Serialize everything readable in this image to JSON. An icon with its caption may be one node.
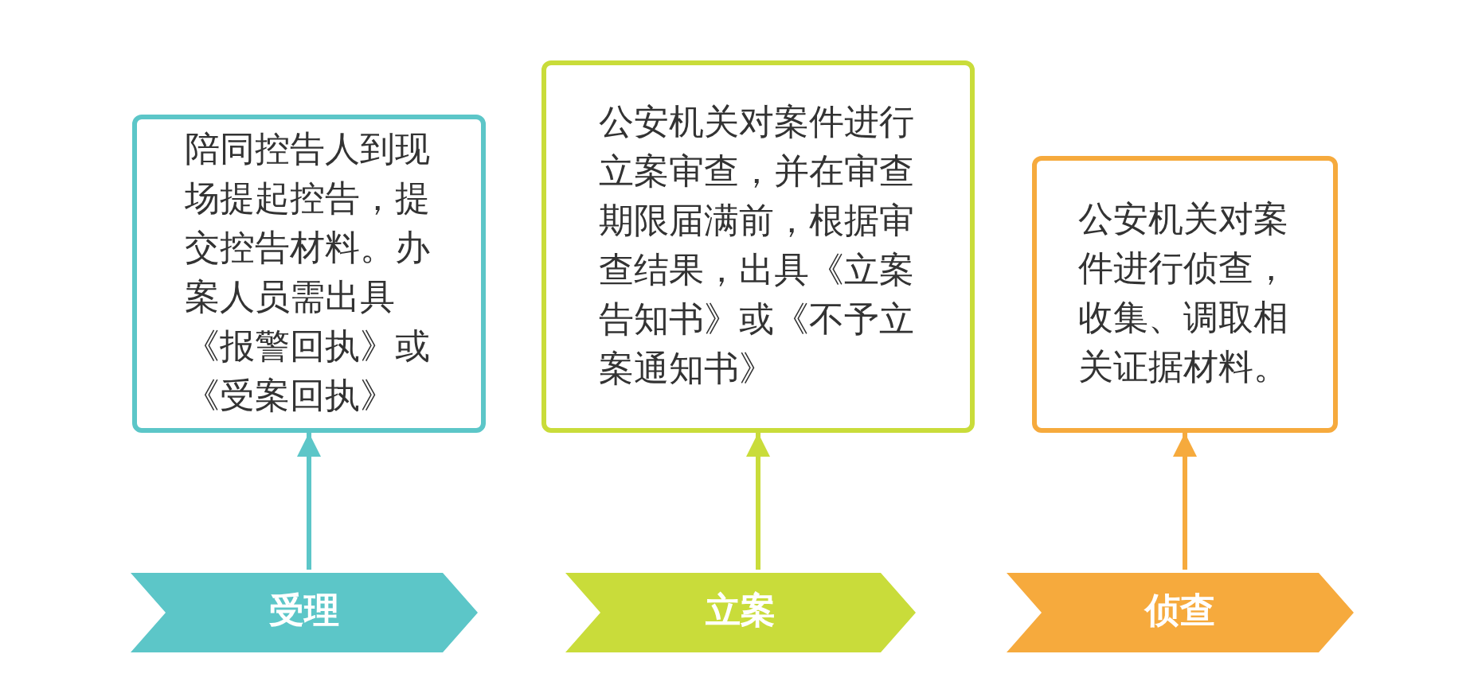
{
  "diagram": {
    "nodes": [
      {
        "text": [
          "陪同控告人到现场提起控告，提交控告材料。办案人员需出具《报警回执》或《受案回执》"
        ]
      },
      {
        "text": [
          "公安机关对案件进行立案审查，并在审查期限届满前，根据审查结果，出具《立案告知书》或《不予立案通知书》"
        ]
      },
      {
        "text": [
          "公安机关对案件进行侦查，收集、调取相关证据材料。"
        ]
      },
      {
        "text": [
          "受理"
        ]
      },
      {
        "text": [
          "立案"
        ]
      },
      {
        "text": [
          "侦查"
        ]
      }
    ],
    "edges": [
      {
        "from": 3,
        "to": 0,
        "arrow": "to",
        "color": "#5cc6c8"
      },
      {
        "from": 4,
        "to": 1,
        "arrow": "to",
        "color": "#c9dc3a"
      },
      {
        "from": 5,
        "to": 2,
        "arrow": "to",
        "color": "#f6aa3d"
      }
    ]
  }
}
